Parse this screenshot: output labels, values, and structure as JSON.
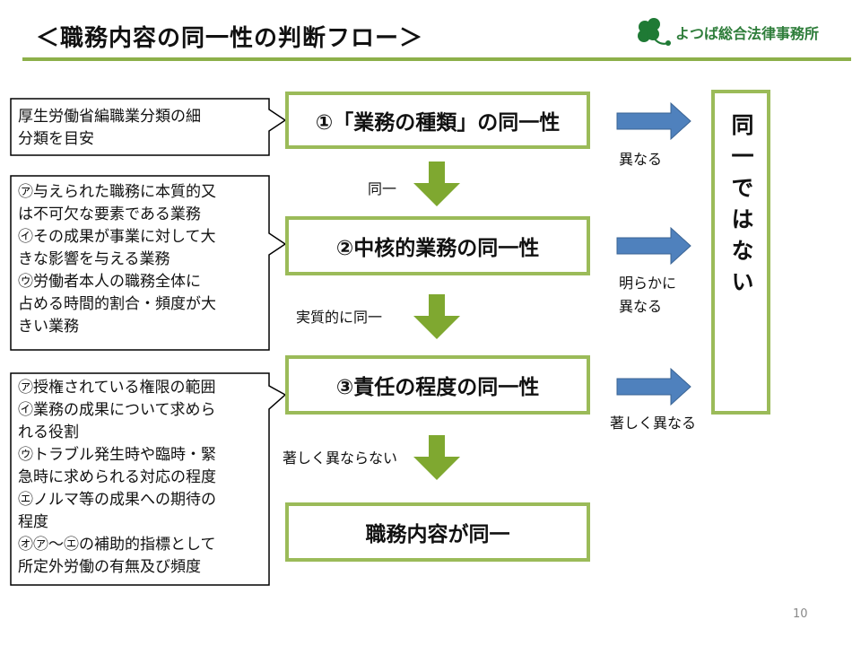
{
  "header": {
    "title": "＜職務内容の同一性の判断フロー＞",
    "logo_text": "よつば総合法律事務所"
  },
  "flow": {
    "step1": "①「業務の種類」の同一性",
    "step2": "②中核的業務の同一性",
    "step3": "③責任の程度の同一性",
    "result": "職務内容が同一",
    "not_same": "同一ではない"
  },
  "labels": {
    "same_1": "同一",
    "same_2": "実質的に同一",
    "same_3": "著しく異ならない",
    "diff_1": "異なる",
    "diff_2a": "明らかに",
    "diff_2b": "異なる",
    "diff_3": "著しく異なる"
  },
  "notes": {
    "note1": [
      "厚生労働省編職業分類の細",
      "分類を目安"
    ],
    "note2": [
      "㋐与えられた職務に本質的又",
      "は不可欠な要素である業務",
      "㋑その成果が事業に対して大",
      "きな影響を与える業務",
      "㋒労働者本人の職務全体に",
      "占める時間的割合・頻度が大",
      "きい業務"
    ],
    "note3": [
      "㋐授権されている権限の範囲",
      "㋑業務の成果について求めら",
      "れる役割",
      "㋒トラブル発生時や臨時・緊",
      "急時に求められる対応の程度",
      "㋓ノルマ等の成果への期待の",
      "程度",
      "㋔㋐～㋓の補助的指標として",
      "所定外労働の有無及び頻度"
    ]
  },
  "colors": {
    "box_border": "#9bbb59",
    "arrow_green": "#7fa830",
    "arrow_blue": "#4f81bd",
    "rule": "#8db04a"
  },
  "icons": {
    "logo": "clover-icon",
    "down_arrow": "green-down-arrow-icon",
    "right_arrow": "blue-right-arrow-icon"
  },
  "footer": {
    "page_number": "10"
  }
}
